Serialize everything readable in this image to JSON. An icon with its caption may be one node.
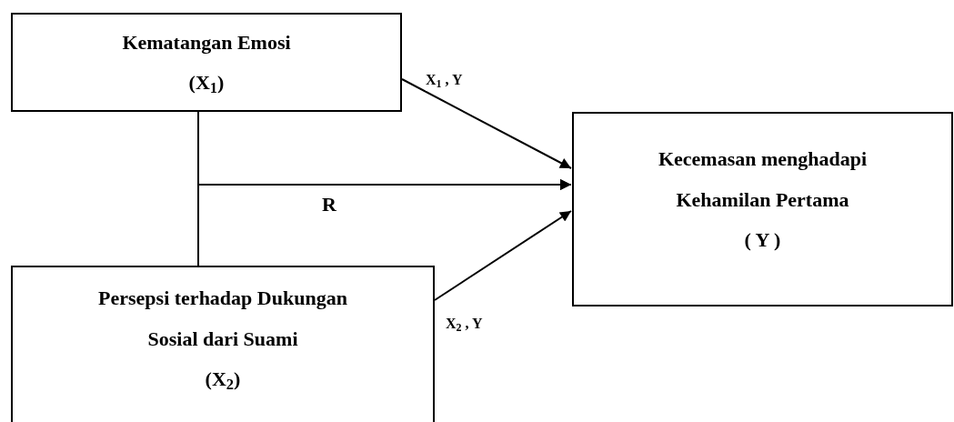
{
  "diagram": {
    "nodes": [
      {
        "text": [
          "Kematangan Emosi",
          "(X$_{1}$)"
        ]
      },
      {
        "text": [
          "Kecemasan menghadapi",
          "Kehamilan Pertama",
          "( Y )"
        ]
      },
      {
        "text": [
          "Persepsi terhadap Dukungan",
          "Sosial dari Suami",
          "(X$_{2}$)"
        ]
      }
    ],
    "edges": [
      {
        "from": 0,
        "to": 1,
        "arrow": "to",
        "label": "X$_{1}$ , Y"
      },
      {
        "from": 0,
        "to": 1,
        "arrow": "to",
        "label": "R"
      },
      {
        "from": 2,
        "to": 1,
        "arrow": "to"
      },
      {
        "from": 2,
        "to": 1,
        "arrow": "to",
        "label": "X$_{2}$ , Y"
      }
    ]
  }
}
